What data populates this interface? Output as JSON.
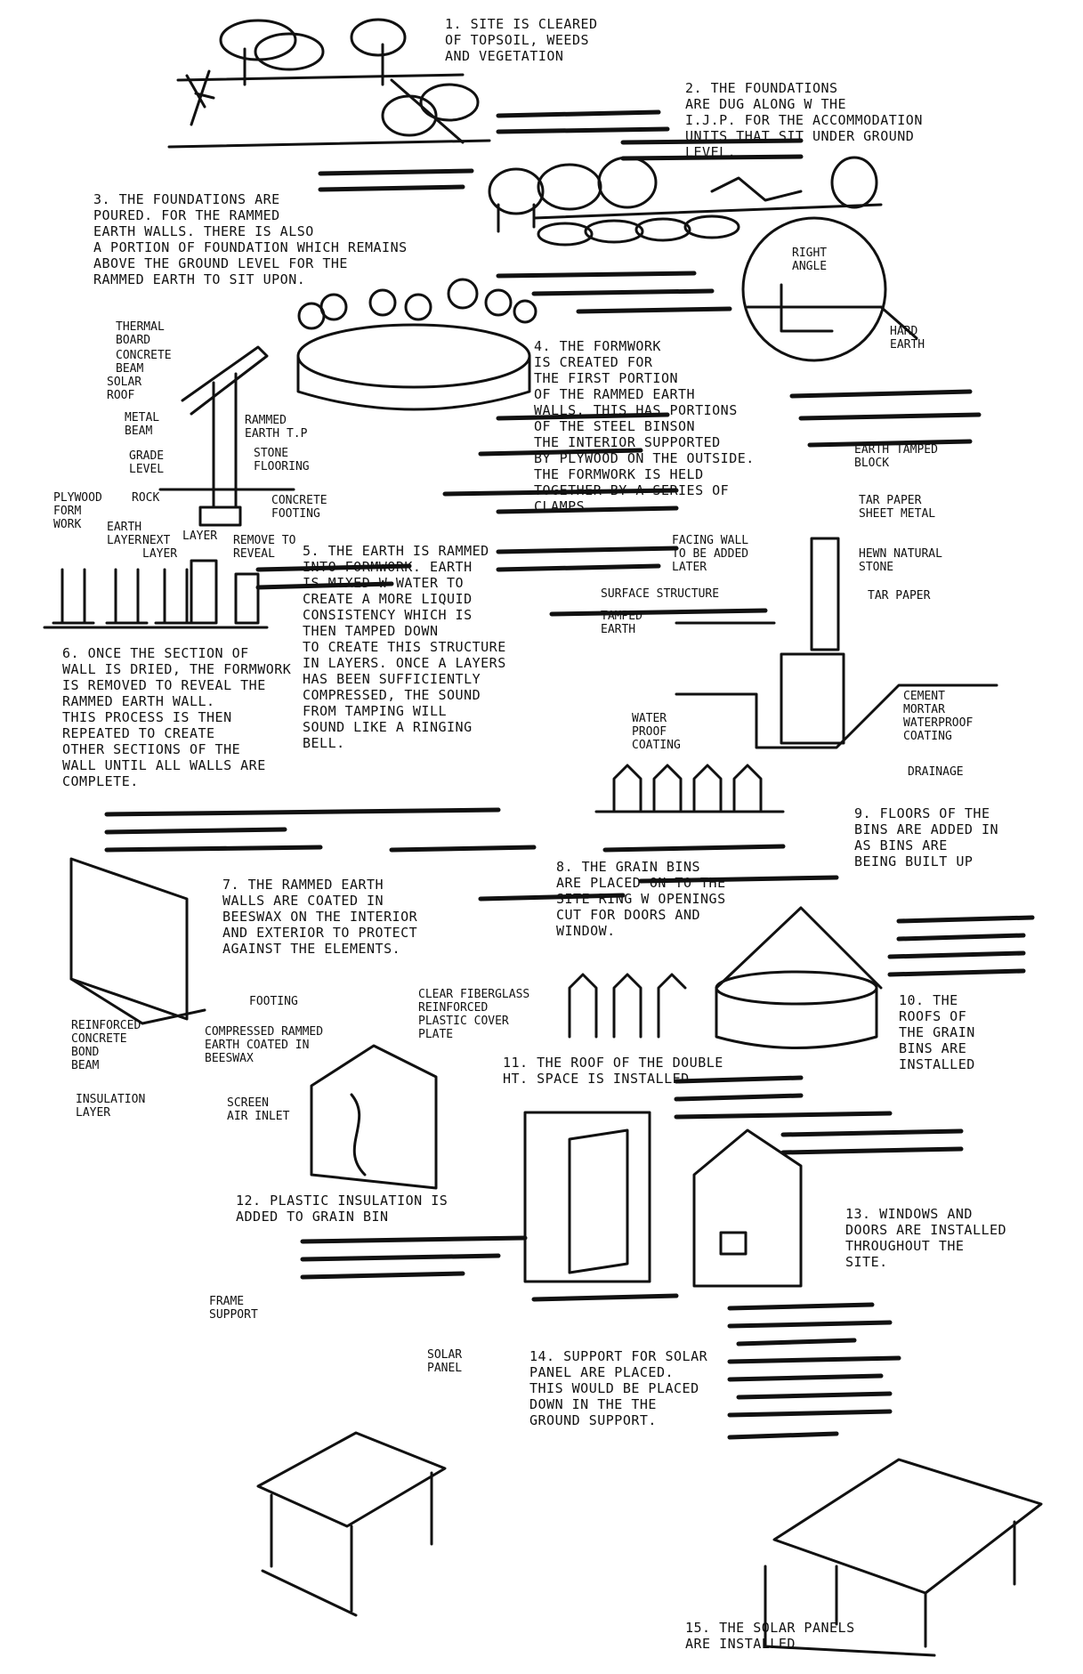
{
  "steps": [
    {
      "id": "s1",
      "text": "1. SITE IS CLEARED\nOF TOPSOIL, WEEDS\nAND VEGETATION"
    },
    {
      "id": "s2",
      "text": "2. THE FOUNDATIONS\nARE DUG ALONG W THE\nI.J.P. FOR THE ACCOMMODATION\nUNITS THAT SIT UNDER GROUND\nLEVEL."
    },
    {
      "id": "s3",
      "text": "3. THE FOUNDATIONS ARE\nPOURED. FOR THE RAMMED\nEARTH WALLS. THERE IS ALSO\nA PORTION OF FOUNDATION WHICH REMAINS\nABOVE THE GROUND LEVEL FOR THE\nRAMMED EARTH TO SIT UPON."
    },
    {
      "id": "s4",
      "text": "4. THE FORMWORK\nIS CREATED FOR\nTHE FIRST PORTION\nOF THE RAMMED EARTH\nWALLS. THIS HAS PORTIONS\nOF THE STEEL BINSON\nTHE INTERIOR SUPPORTED\nBY PLYWOOD ON THE OUTSIDE.\nTHE FORMWORK IS HELD\nTOGETHER BY A SERIES OF CLAMPS."
    },
    {
      "id": "s5",
      "text": "5. THE EARTH IS RAMMED\nINTO FORMWORK. EARTH\nIS MIXED W WATER TO\nCREATE A MORE LIQUID\nCONSISTENCY WHICH IS\nTHEN TAMPED DOWN\nTO CREATE THIS STRUCTURE\nIN LAYERS. ONCE A LAYERS\nHAS BEEN SUFFICIENTLY\nCOMPRESSED, THE SOUND\nFROM TAMPING WILL\nSOUND LIKE A RINGING\nBELL."
    },
    {
      "id": "s6",
      "text": "6. ONCE THE SECTION OF\nWALL IS DRIED, THE FORMWORK\nIS REMOVED TO REVEAL THE\nRAMMED EARTH WALL.\nTHIS PROCESS IS THEN\nREPEATED TO CREATE\nOTHER SECTIONS OF THE\nWALL UNTIL ALL WALLS ARE\nCOMPLETE."
    },
    {
      "id": "s7",
      "text": "7. THE RAMMED EARTH\nWALLS ARE COATED IN\nBEESWAX ON THE INTERIOR\nAND EXTERIOR TO PROTECT\nAGAINST THE ELEMENTS."
    },
    {
      "id": "s8",
      "text": "8. THE GRAIN BINS\nARE PLACED ON TO THE\nSITE RING W OPENINGS\nCUT FOR DOORS AND\nWINDOW."
    },
    {
      "id": "s9",
      "text": "9. FLOORS OF THE\nBINS ARE ADDED IN\nAS BINS ARE\nBEING BUILT UP"
    },
    {
      "id": "s10",
      "text": "10. THE\nROOFS OF\nTHE GRAIN\nBINS ARE\nINSTALLED"
    },
    {
      "id": "s11",
      "text": "11. THE ROOF OF THE DOUBLE\nHT. SPACE IS INSTALLED"
    },
    {
      "id": "s12",
      "text": "12. PLASTIC INSULATION IS\nADDED TO GRAIN BIN"
    },
    {
      "id": "s13",
      "text": "13. WINDOWS AND\nDOORS ARE INSTALLED\nTHROUGHOUT THE\nSITE."
    },
    {
      "id": "s14",
      "text": "14. SUPPORT FOR SOLAR\nPANEL ARE PLACED.\nTHIS WOULD BE PLACED\nDOWN IN THE THE\nGROUND SUPPORT."
    },
    {
      "id": "s15",
      "text": "15. THE SOLAR PANELS\nARE INSTALLED"
    }
  ],
  "labels": [
    {
      "id": "l_right_angle",
      "text": "RIGHT\nANGLE"
    },
    {
      "id": "l_hard_earth",
      "text": "HARD\nEARTH"
    },
    {
      "id": "l_thermal_board",
      "text": "THERMAL\nBOARD"
    },
    {
      "id": "l_concrete_beam",
      "text": "CONCRETE\nBEAM"
    },
    {
      "id": "l_solar_roof",
      "text": "SOLAR\nROOF"
    },
    {
      "id": "l_metal_beam",
      "text": "METAL\nBEAM"
    },
    {
      "id": "l_rammed_earth_tp",
      "text": "RAMMED\nEARTH T.P"
    },
    {
      "id": "l_grade_level",
      "text": "GRADE\nLEVEL"
    },
    {
      "id": "l_stone_flooring",
      "text": "STONE\nFLOORING"
    },
    {
      "id": "l_rock",
      "text": "ROCK"
    },
    {
      "id": "l_concrete_footing",
      "text": "CONCRETE\nFOOTING"
    },
    {
      "id": "l_plywood_form",
      "text": "PLYWOOD\nFORM\nWORK"
    },
    {
      "id": "l_earth_layer",
      "text": "EARTH\nLAYER"
    },
    {
      "id": "l_next_layer",
      "text": "NEXT\nLAYER"
    },
    {
      "id": "l_layer",
      "text": "LAYER"
    },
    {
      "id": "l_remove",
      "text": "REMOVE TO\nREVEAL"
    },
    {
      "id": "l_earth_tamped",
      "text": "EARTH TAMPED\nBLOCK"
    },
    {
      "id": "l_tar_paper1",
      "text": "TAR PAPER\nSHEET METAL"
    },
    {
      "id": "l_facing_wall",
      "text": "FACING WALL\nTO BE ADDED\nLATER"
    },
    {
      "id": "l_hewn_stone",
      "text": "HEWN NATURAL\nSTONE"
    },
    {
      "id": "l_tar_paper2",
      "text": "TAR PAPER"
    },
    {
      "id": "l_surface",
      "text": "SURFACE STRUCTURE"
    },
    {
      "id": "l_tamped_earth",
      "text": "TAMPED\nEARTH"
    },
    {
      "id": "l_water_proof",
      "text": "WATER\nPROOF\nCOATING"
    },
    {
      "id": "l_cement",
      "text": "CEMENT\nMORTAR\nWATERPROOF\nCOATING"
    },
    {
      "id": "l_drainage",
      "text": "DRAINAGE"
    },
    {
      "id": "l_footing",
      "text": "FOOTING"
    },
    {
      "id": "l_reinforced",
      "text": "REINFORCED\nCONCRETE\nBOND\nBEAM"
    },
    {
      "id": "l_insulation",
      "text": "INSULATION\nLAYER"
    },
    {
      "id": "l_compressed",
      "text": "COMPRESSED RAMMED\nEARTH COATED IN\nBEESWAX"
    },
    {
      "id": "l_fiberglass",
      "text": "CLEAR FIBERGLASS\nREINFORCED\nPLASTIC COVER\nPLATE"
    },
    {
      "id": "l_screen",
      "text": "SCREEN\nAIR INLET"
    },
    {
      "id": "l_frame_support",
      "text": "FRAME\nSUPPORT"
    },
    {
      "id": "l_solar_panel",
      "text": "SOLAR\nPANEL"
    }
  ]
}
